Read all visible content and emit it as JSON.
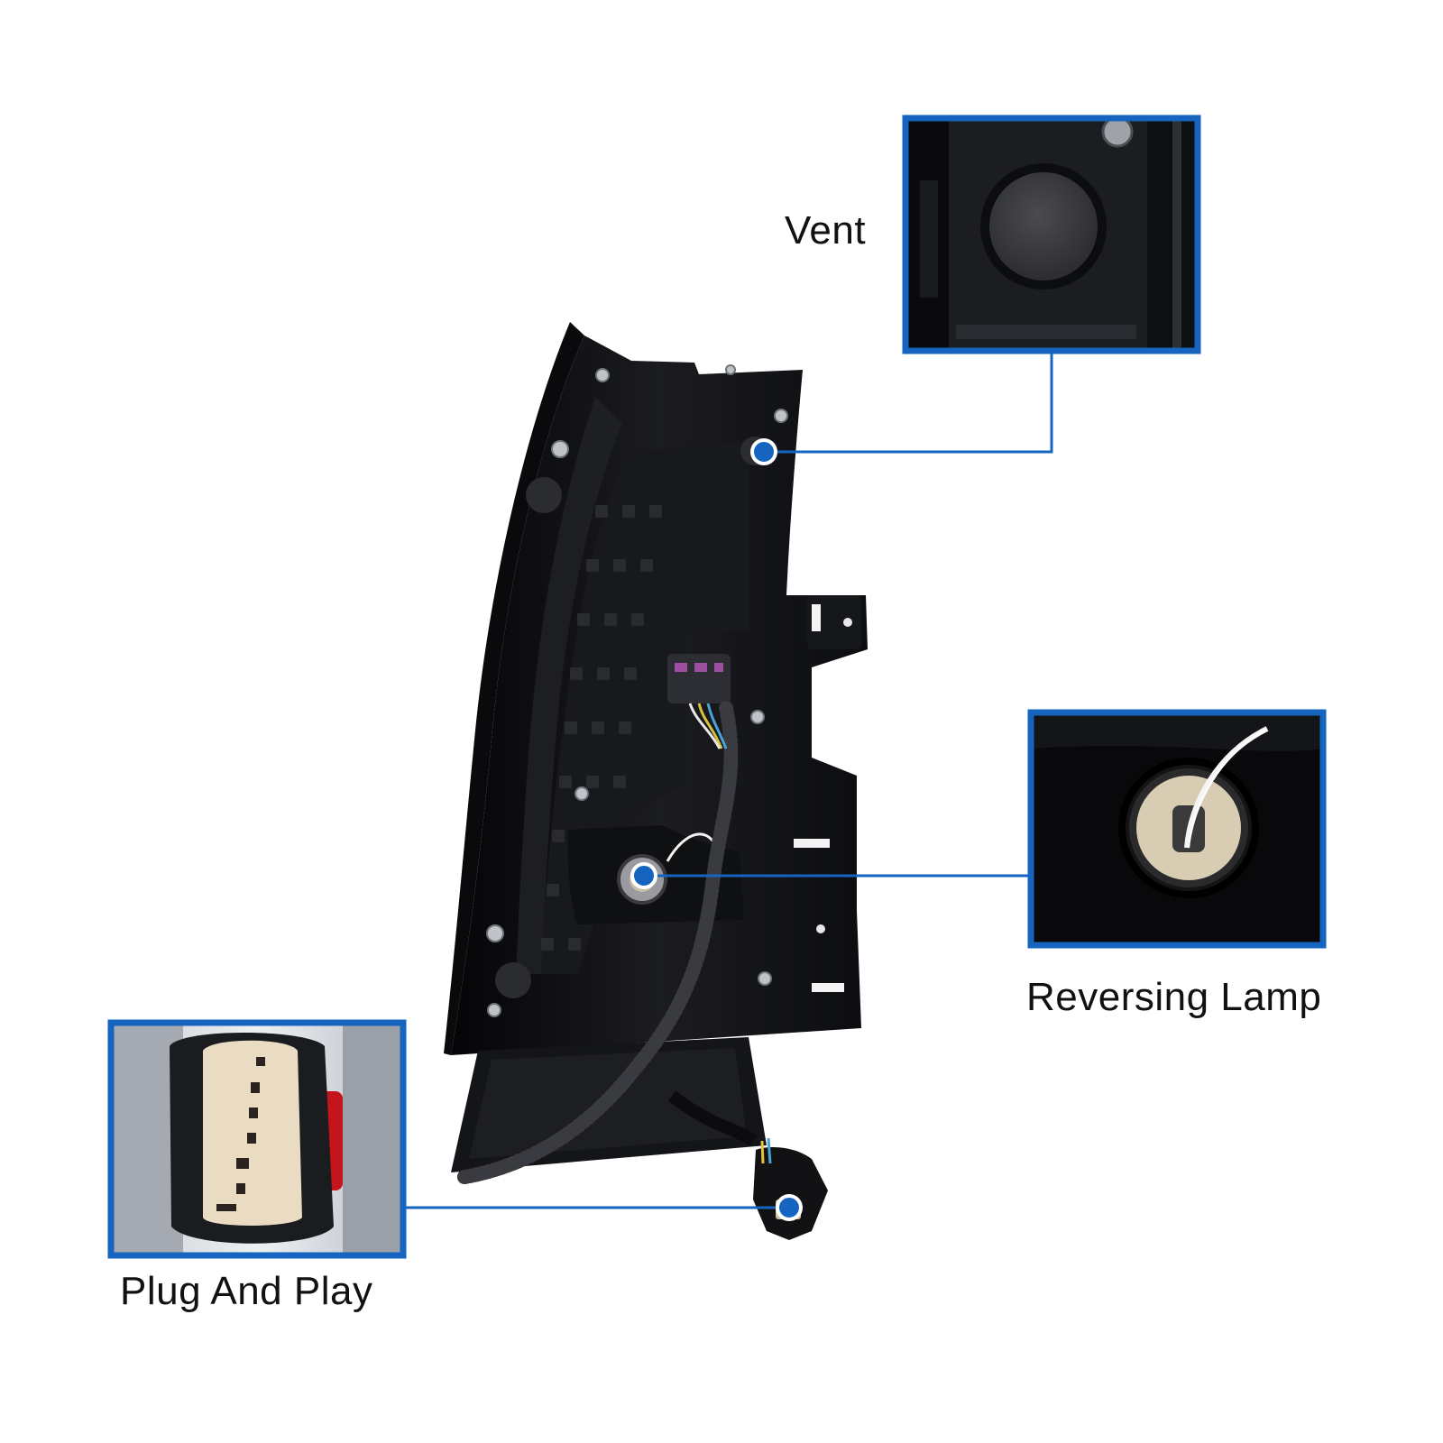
{
  "callouts": {
    "vent": {
      "label": "Vent"
    },
    "reversing_lamp": {
      "label": "Reversing Lamp"
    },
    "plug_and_play": {
      "label": "Plug And Play"
    }
  },
  "colors": {
    "accent": "#1565c0",
    "housing": "#141416",
    "plug_face": "#e9dcc2",
    "background": "#ffffff"
  }
}
